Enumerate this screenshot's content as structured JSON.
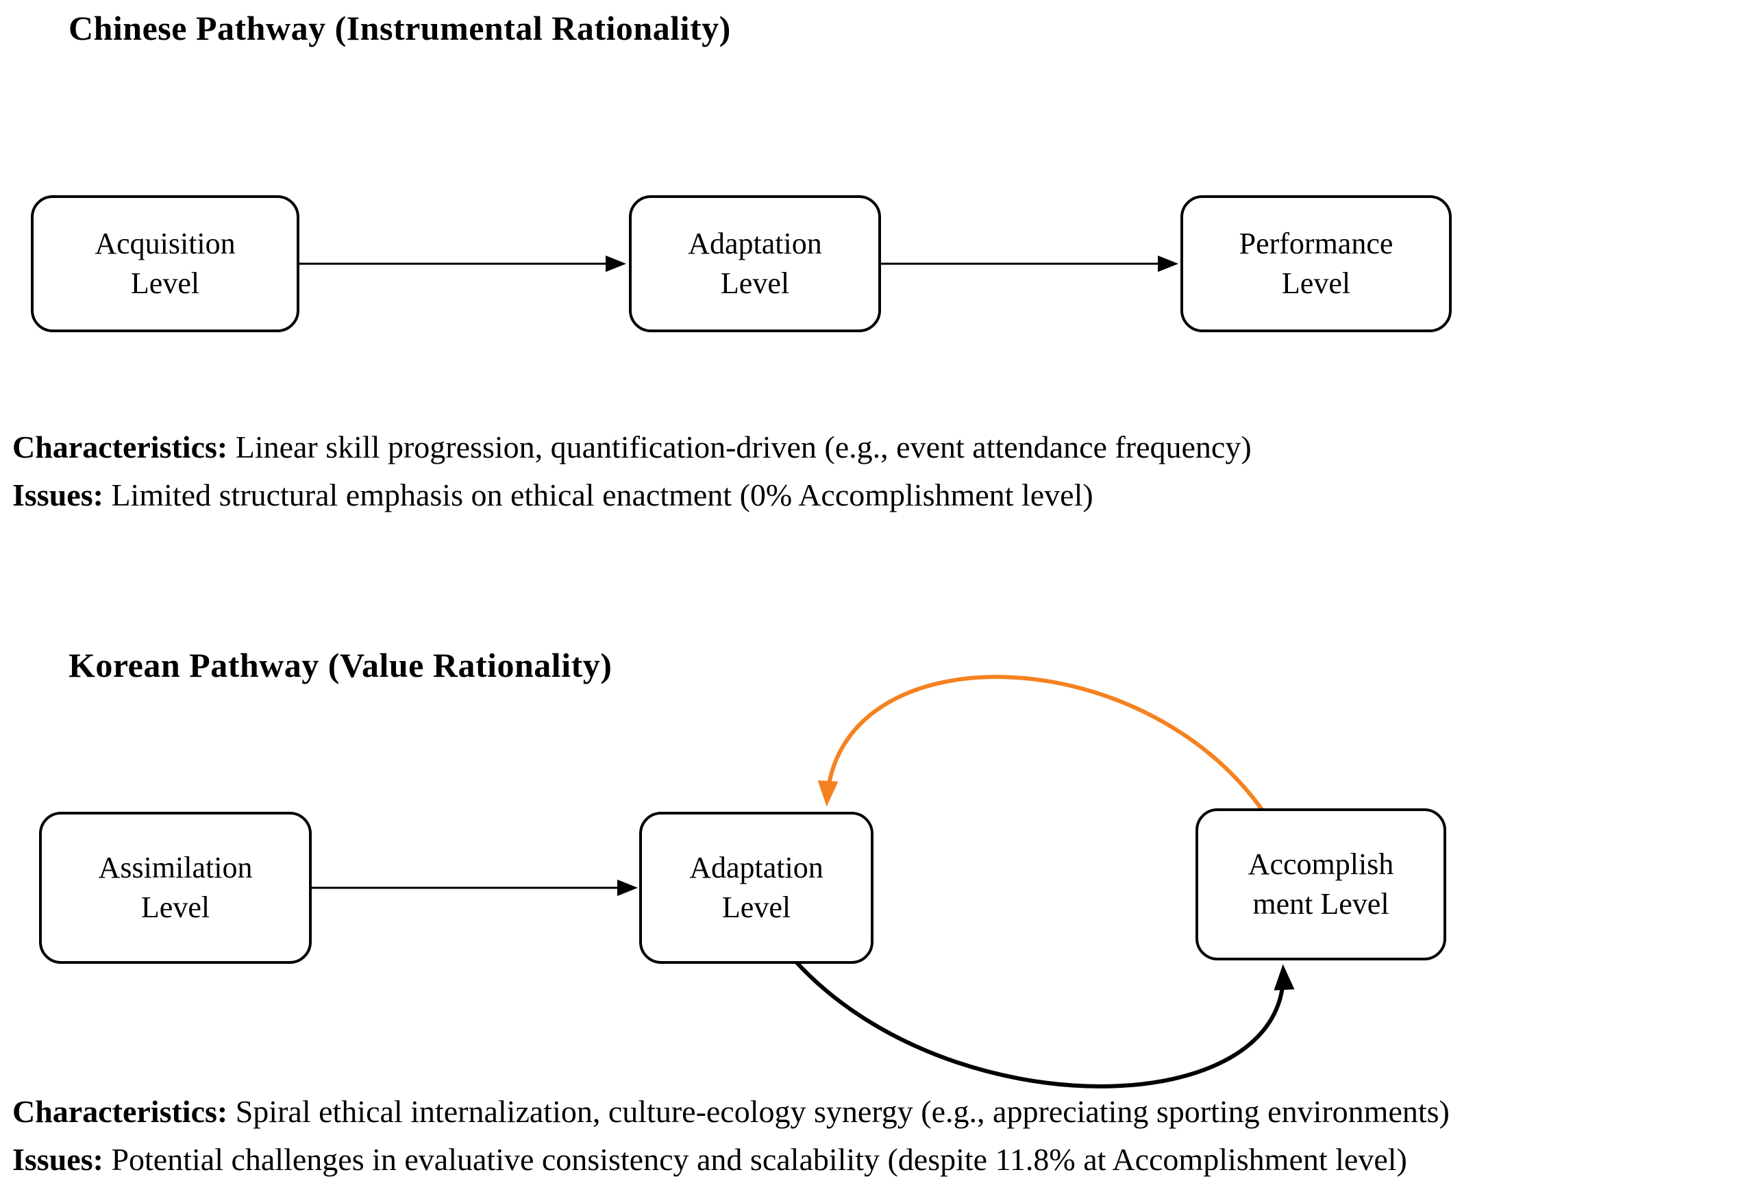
{
  "colors": {
    "accent_orange": "#F58220",
    "line_black": "#000000"
  },
  "chinese": {
    "title": "Chinese Pathway (Instrumental Rationality)",
    "boxes": [
      {
        "label": "Acquisition\nLevel"
      },
      {
        "label": "Adaptation\nLevel"
      },
      {
        "label": "Performance\nLevel"
      }
    ],
    "characteristics": {
      "label": "Characteristics:",
      "text": " Linear skill progression, quantification-driven (e.g., event attendance frequency)"
    },
    "issues": {
      "label": "Issues:",
      "text": " Limited structural emphasis on ethical enactment (0% Accomplishment level)"
    }
  },
  "korean": {
    "title": "Korean Pathway (Value Rationality)",
    "boxes": [
      {
        "label": "Assimilation\nLevel"
      },
      {
        "label": "Adaptation\nLevel"
      },
      {
        "label": "Accomplish\nment Level"
      }
    ],
    "characteristics": {
      "label": "Characteristics:",
      "text": " Spiral ethical internalization, culture-ecology synergy (e.g., appreciating sporting environments)"
    },
    "issues": {
      "label": "Issues:",
      "text": " Potential challenges in evaluative consistency and scalability (despite 11.8% at Accomplishment level)"
    }
  }
}
